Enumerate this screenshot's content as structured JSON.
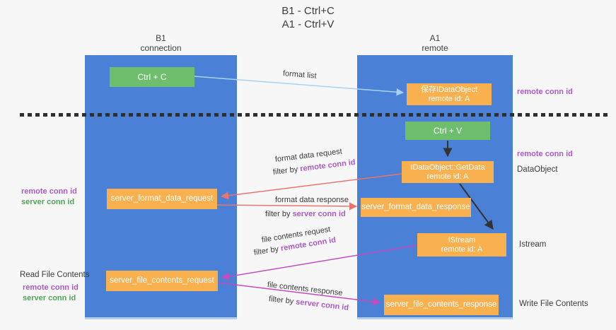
{
  "title": {
    "line1": "B1 - Ctrl+C",
    "line2": "A1 - Ctrl+V"
  },
  "lanes": {
    "b1": {
      "name": "B1",
      "subtitle": "connection"
    },
    "a1": {
      "name": "A1",
      "subtitle": "remote"
    }
  },
  "nodes": {
    "ctrl_c": {
      "label": "Ctrl + C"
    },
    "ctrl_v": {
      "label": "Ctrl + V"
    },
    "save_dataobject": {
      "line1": "保存IDataObject",
      "line2": "remote id: A"
    },
    "getdata": {
      "line1": "IDataObject::GetData",
      "line2": "remote id: A"
    },
    "istream": {
      "line1": "IStream",
      "line2": "remote id: A"
    },
    "format_request": {
      "label": "server_format_data_request"
    },
    "format_response": {
      "label": "server_format_data_response"
    },
    "file_request": {
      "label": "server_file_contents_request"
    },
    "file_response": {
      "label": "server_file_contents_response"
    }
  },
  "edges": {
    "format_list": {
      "label": "format list"
    },
    "format_data_request": {
      "label": "format data request",
      "filter_prefix": "filter by ",
      "filter_key": "remote conn id"
    },
    "format_data_response": {
      "label": "format data response",
      "filter_prefix": "filter by ",
      "filter_key": "server conn id"
    },
    "file_contents_request": {
      "label": "file contents request",
      "filter_prefix": "filter by ",
      "filter_key": "remote conn id"
    },
    "file_contents_response": {
      "label": "file contents response",
      "filter_prefix": "filter by ",
      "filter_key": "server conn id"
    }
  },
  "left_labels": {
    "format_remote_conn_id": "remote conn id",
    "format_server_conn_id": "server conn id",
    "read_file_contents": "Read File Contents",
    "file_remote_conn_id": "remote conn id",
    "file_server_conn_id": "server conn id"
  },
  "right_labels": {
    "top_remote_conn_id": "remote conn id",
    "mid_remote_conn_id": "remote conn id",
    "dataobject": "DataObject",
    "istream": "Istream",
    "write_file_contents": "Write File Contents"
  },
  "colors": {
    "lane_blue": "#4a80d5",
    "node_green": "#6ebe6e",
    "node_orange": "#f9b04e",
    "purple_text": "#ab5ac8",
    "green_text": "#4fa758",
    "salmon_arrow": "#e8756d",
    "magenta_arrow": "#c34bbd",
    "lightblue_arrow": "#a8d3f0",
    "black_arrow": "#333333"
  }
}
